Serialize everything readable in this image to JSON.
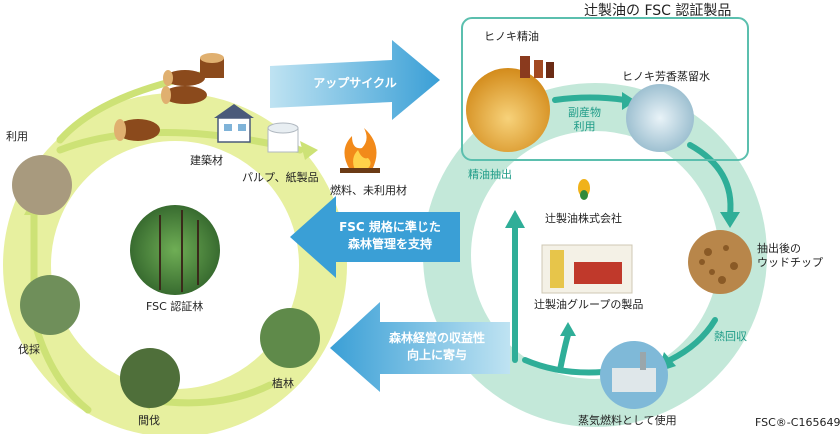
{
  "title": "辻製油の FSC 認証製品",
  "forest_cycle": {
    "center": "FSC 認証林",
    "stages": {
      "use": "利用",
      "felling": "伐採",
      "thinning": "間伐",
      "planting": "植林"
    },
    "uses": {
      "building": "建築材",
      "pulp": "パルプ、紙製品",
      "fuel": "燃料、未利用材"
    }
  },
  "oil_cycle": {
    "hinoki_oil": "ヒノキ精油",
    "hinoki_water": "ヒノキ芳香蒸留水",
    "byproduct": [
      "副産物",
      "利用"
    ],
    "extraction": "精油抽出",
    "wood_chips": [
      "抽出後の",
      "ウッドチップ"
    ],
    "heat_recovery": "熱回収",
    "steam_fuel": "蒸気燃料として使用",
    "company": "辻製油株式会社",
    "products": "辻製油グループの製品"
  },
  "arrows": {
    "upcycle": "アップサイクル",
    "support": [
      "FSC 規格に準じた",
      "森林管理を支持"
    ],
    "revenue": [
      "森林経営の収益性",
      "向上に寄与"
    ]
  },
  "fsc_code": "FSC®-C165649",
  "colors": {
    "forest_ring": "#e6ef9c",
    "forest_arrow": "#c8df5a",
    "oil_ring": "#bfe6d6",
    "oil_arrow": "#2fae98",
    "blue_arrow": "#3a9fd6",
    "light_blue_arrow": "#8ccbe8"
  }
}
